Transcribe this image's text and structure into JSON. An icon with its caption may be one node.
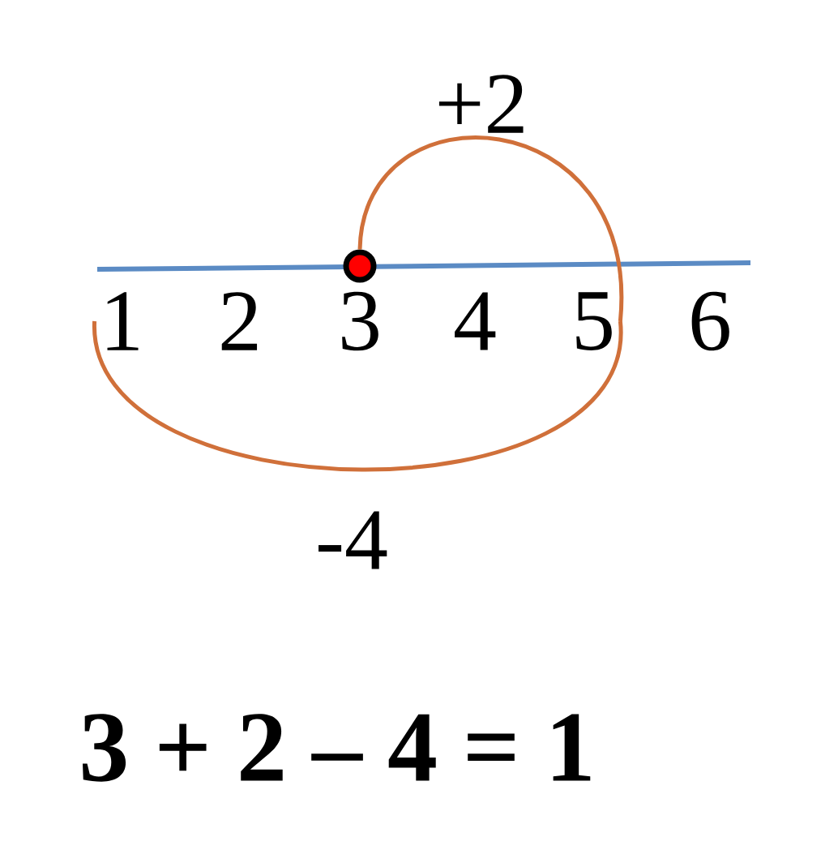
{
  "diagram": {
    "nodes": [
      {
        "text": [
          "1"
        ]
      },
      {
        "text": [
          "2"
        ]
      },
      {
        "text": [
          "3"
        ]
      },
      {
        "text": [
          "4"
        ]
      },
      {
        "text": [
          "5"
        ]
      },
      {
        "text": [
          "6"
        ]
      },
      {
        "text": [],
        "shape": "circle"
      }
    ],
    "edges": [
      {
        "from": 6,
        "to": 4,
        "arrow": "none",
        "label": "+2"
      },
      {
        "from": 4,
        "to": 0,
        "arrow": "none",
        "label": "-4"
      }
    ],
    "labels": [
      "3 + 2 – 4 = 1"
    ]
  }
}
